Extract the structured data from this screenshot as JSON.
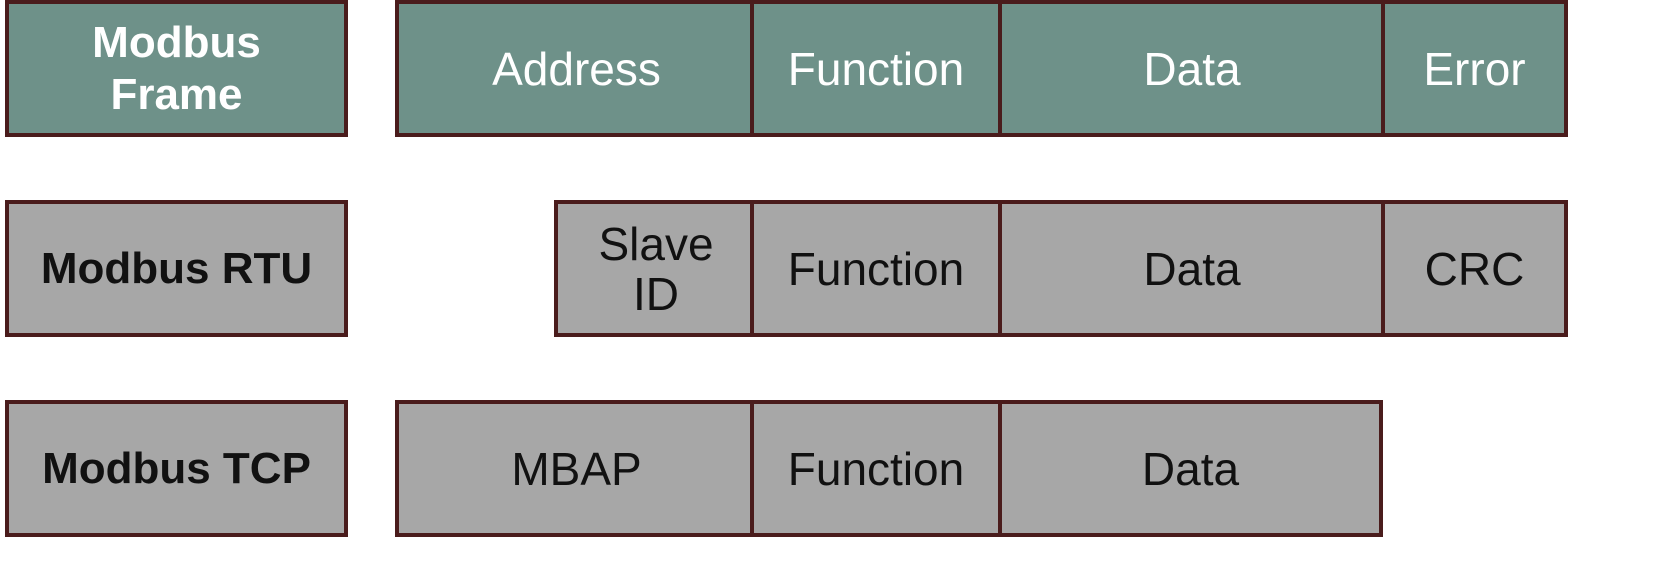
{
  "colors": {
    "frame_fill": "#6e9189",
    "proto_fill": "#a7a7a7",
    "border": "#4a1c1c"
  },
  "rows": {
    "frame": {
      "label": "Modbus Frame",
      "cells": [
        "Address",
        "Function",
        "Data",
        "Error"
      ]
    },
    "rtu": {
      "label": "Modbus RTU",
      "cells": [
        "Slave ID",
        "Function",
        "Data",
        "CRC"
      ]
    },
    "tcp": {
      "label": "Modbus TCP",
      "cells": [
        "MBAP",
        "Function",
        "Data"
      ]
    }
  }
}
